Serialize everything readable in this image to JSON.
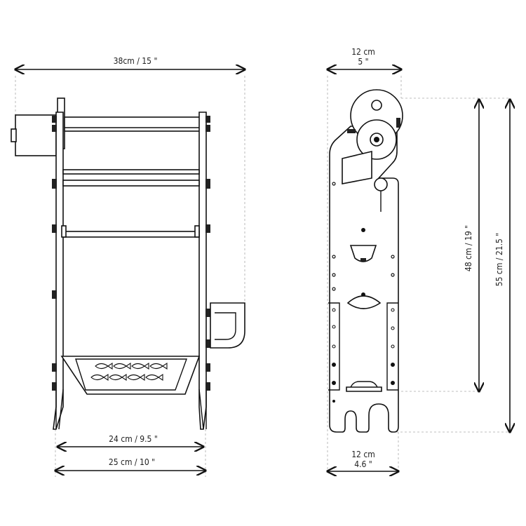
{
  "dimensions": {
    "front_total_width": "38cm / 15 \"",
    "front_inner_width": "24 cm / 9.5 \"",
    "front_base_width": "25 cm / 10 \"",
    "side_top_width_cm": "12 cm",
    "side_top_width_in": "5 \"",
    "side_bottom_width_cm": "12 cm",
    "side_bottom_width_in": "4.6 \"",
    "side_inner_height": "48 cm / 19 \"",
    "side_total_height": "55 cm / 21.5 \""
  },
  "colors": {
    "line": "#111111",
    "dashed_guide": "#aaaaaa",
    "background": "#ffffff"
  }
}
